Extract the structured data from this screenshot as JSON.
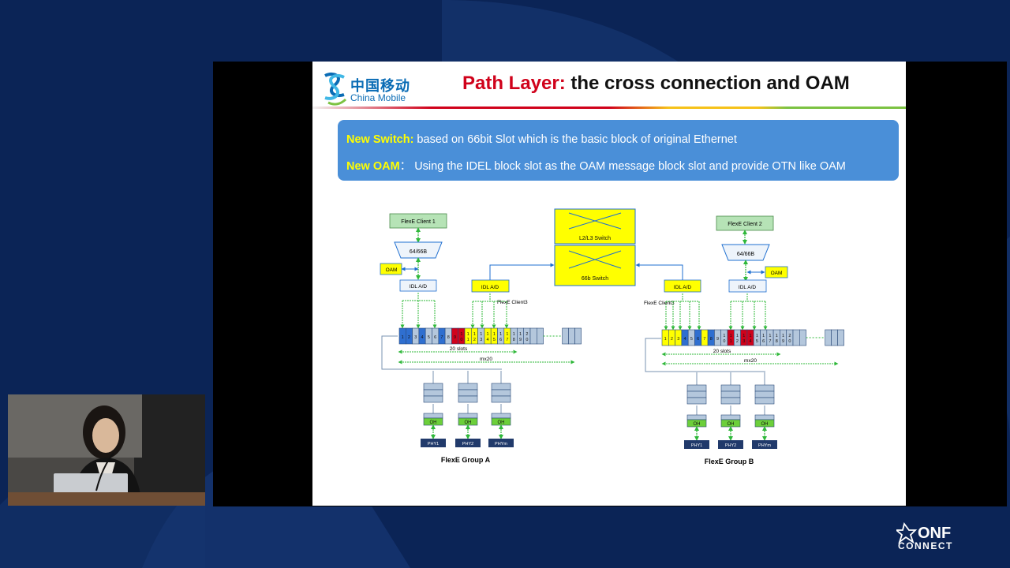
{
  "slide": {
    "logo_cn": "中国移动",
    "logo_en": "China Mobile",
    "title_accent": "Path Layer:",
    "title_rest": " the cross connection and OAM",
    "info": [
      {
        "key": "New Switch:",
        "text": " based on 66bit Slot which is the basic block of original Ethernet"
      },
      {
        "key": "New OAM",
        "text": "： Using the IDEL block slot as the OAM message block slot  and provide OTN like OAM"
      }
    ],
    "diagram": {
      "switch_top": "L2/L3 Switch",
      "switch_bottom": "66b Switch",
      "side_a": {
        "client": "FlexE  Client 1",
        "codec": "64/66B",
        "oam": "OAM",
        "idl_main": "IDL A/D",
        "idl_alt": "IDL A/D",
        "client3": "FlexE Client3",
        "slots_label": "20 slots",
        "mx_label": "mx20",
        "oh": [
          "OH",
          "OH",
          "OH"
        ],
        "phys": [
          "PHY1",
          "PHY2",
          "PHYm"
        ],
        "group": "FlexE Group  A",
        "slot_digits": [
          "1",
          "2",
          "3",
          "4",
          "5",
          "6",
          "7",
          "8",
          "9",
          "1\n0",
          "1\n1",
          "1\n2",
          "1\n3",
          "1\n4",
          "1\n5",
          "1\n6",
          "1\n7",
          "1\n8",
          "1\n9",
          "2\n0",
          "",
          ""
        ]
      },
      "side_b": {
        "client": "FlexE  Client 2",
        "codec": "64/66B",
        "oam": "OAM",
        "idl_main": "IDL A/D",
        "idl_alt": "IDL A/D",
        "client3": "FlexE Client3",
        "slots_label": "20 slots",
        "mx_label": "mx20",
        "oh": [
          "OH",
          "OH",
          "OH"
        ],
        "phys": [
          "PHY1",
          "PHY2",
          "PHYm"
        ],
        "group": "FlexE Group  B",
        "slot_digits": [
          "1",
          "2",
          "3",
          "4",
          "5",
          "6",
          "7",
          "8",
          "9",
          "1\n0",
          "1\n1",
          "1\n2",
          "1\n3",
          "1\n4",
          "1\n5",
          "1\n6",
          "1\n7",
          "1\n8",
          "1\n9",
          "2\n0",
          "",
          ""
        ]
      }
    }
  },
  "colors": {
    "background": "#0b2456",
    "info_box": "#4a8fd8",
    "info_key": "#ffff00",
    "title_accent": "#d0021b",
    "client_box": "#b6e3b6",
    "switch_fill": "#ffff00",
    "slot_blue": "#2f6fd0",
    "slot_red": "#d0021b",
    "slot_yellow": "#ffff00",
    "slot_grey": "#b4c7dc",
    "oh_green": "#6ccf3a",
    "phy_navy": "#213a6b",
    "arrow_green": "#2fb83a",
    "connector_blue": "#1f6fd0"
  },
  "branding": {
    "onf_line1": "ONF",
    "onf_line2": "CONNECT"
  }
}
